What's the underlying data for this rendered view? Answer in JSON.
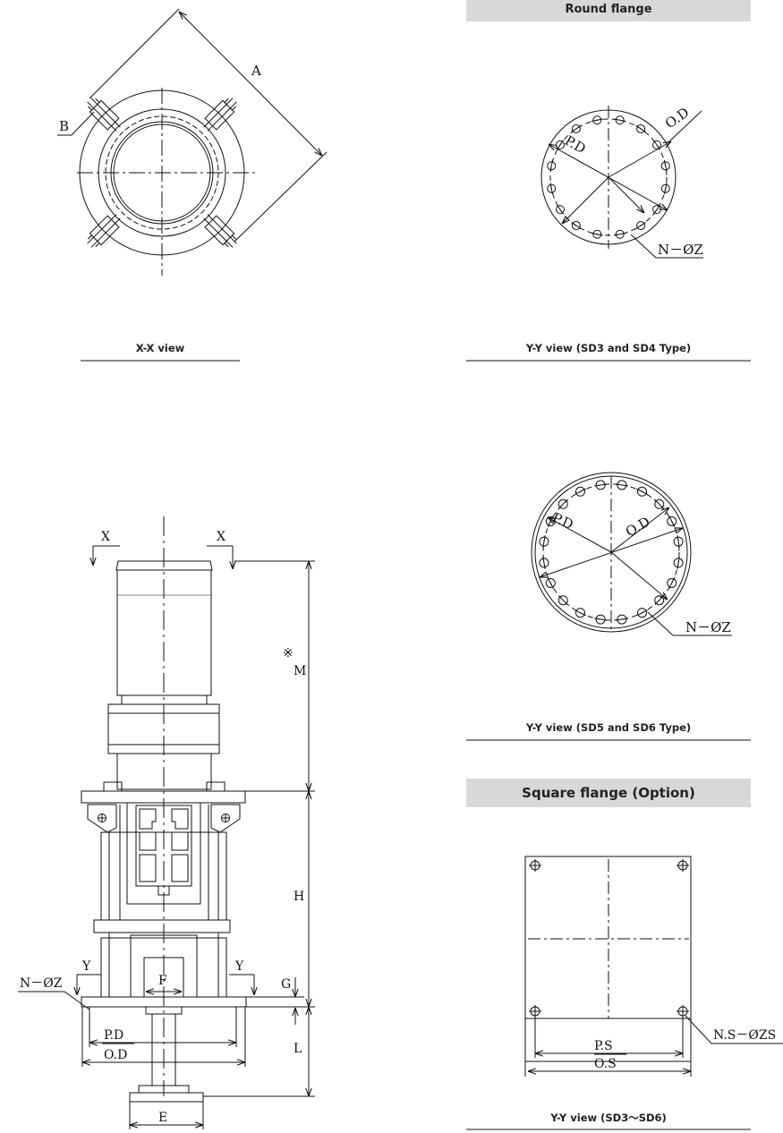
{
  "headers": {
    "round_flange": "Round flange",
    "square_flange": "Square flange (Option)"
  },
  "captions": {
    "xx_view": "X-X view",
    "yy_sd34": "Y-Y view (SD3 and SD4 Type)",
    "yy_sd56": "Y-Y view (SD5 and SD6 Type)",
    "yy_sd3_6": "Y-Y view (SD3～SD6)"
  },
  "labels": {
    "A": "A",
    "B": "B",
    "OD": "O.D",
    "PD": "P.D",
    "NZ": "N－ØZ",
    "X": "X",
    "Y": "Y",
    "M": "M",
    "mark": "※",
    "H": "H",
    "G": "G",
    "L": "L",
    "F": "F",
    "E": "E",
    "PD_side": "P.D",
    "OD_side": "O.D",
    "PS": "P.S",
    "OS": "O.S",
    "NSZS": "N.S－ØZS"
  }
}
